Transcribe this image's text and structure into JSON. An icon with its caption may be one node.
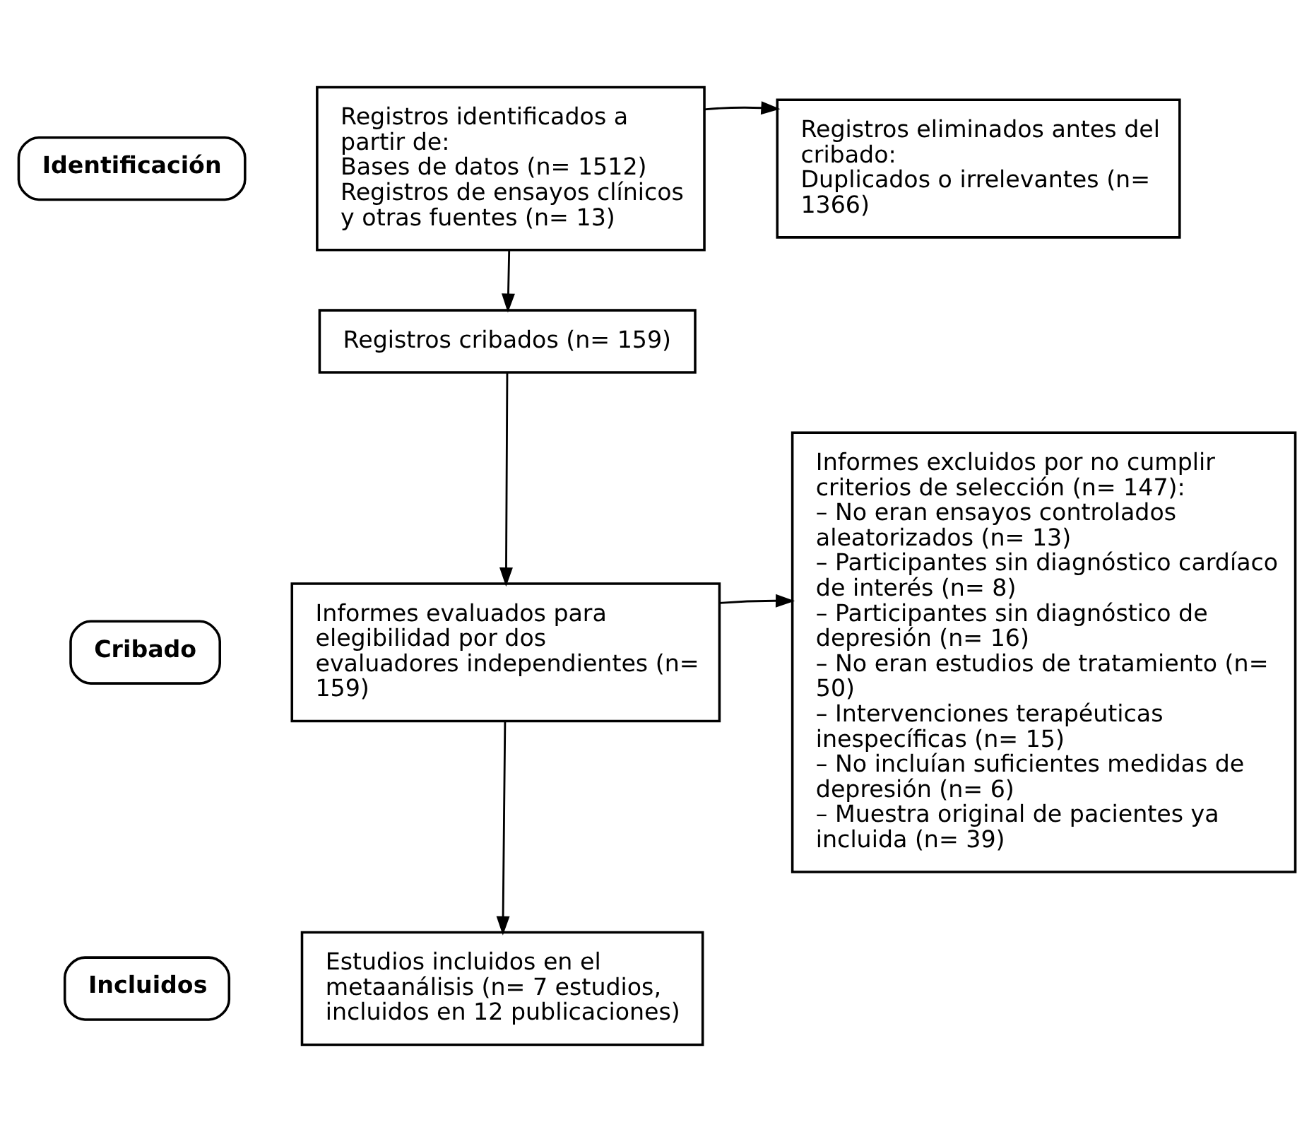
{
  "diagram": {
    "nodes": [
      {
        "text": [
          "Identificación"
        ]
      },
      {
        "text": [
          "Registros identificados a partir de:",
          "Bases de datos (n= 1512)",
          "Registros de ensayos clínicos y otras fuentes (n= 13)"
        ]
      },
      {
        "text": [
          "Registros eliminados antes del cribado:",
          "Duplicados o irrelevantes (n= 1366)"
        ]
      },
      {
        "text": [
          "Cribado"
        ]
      },
      {
        "text": [
          "Registros cribados (n= 159)"
        ]
      },
      {
        "text": [
          "Informes excluidos por no cumplir criterios de selección (n= 147):",
          "– No eran ensayos controlados aleatorizados (n= 13)",
          "– Participantes sin diagnóstico cardíaco de interés (n= 8)",
          "– Participantes sin diagnóstico de depresión (n= 16)",
          "– No eran estudios de tratamiento (n= 50)",
          "– Intervenciones terapéuticas inespecíficas (n= 15)",
          "– No incluían suficientes medidas de depresión (n= 6)",
          "– Muestra original de pacientes ya incluida (n= 39)"
        ]
      },
      {
        "text": [
          "Informes evaluados para elegibilidad por dos evaluadores independientes (n= 159)"
        ]
      },
      {
        "text": [
          "Incluidos"
        ]
      },
      {
        "text": [
          "Estudios incluidos en el metaanálisis (n= 7 estudios, incluidos en 12 publicaciones)"
        ]
      }
    ],
    "edges": [
      {
        "from": 1,
        "to": 2,
        "arrow": "to"
      },
      {
        "from": 1,
        "to": 4,
        "arrow": "to"
      },
      {
        "from": 4,
        "to": 6,
        "arrow": "to"
      },
      {
        "from": 6,
        "to": 5,
        "arrow": "to"
      },
      {
        "from": 6,
        "to": 8,
        "arrow": "to"
      }
    ]
  }
}
